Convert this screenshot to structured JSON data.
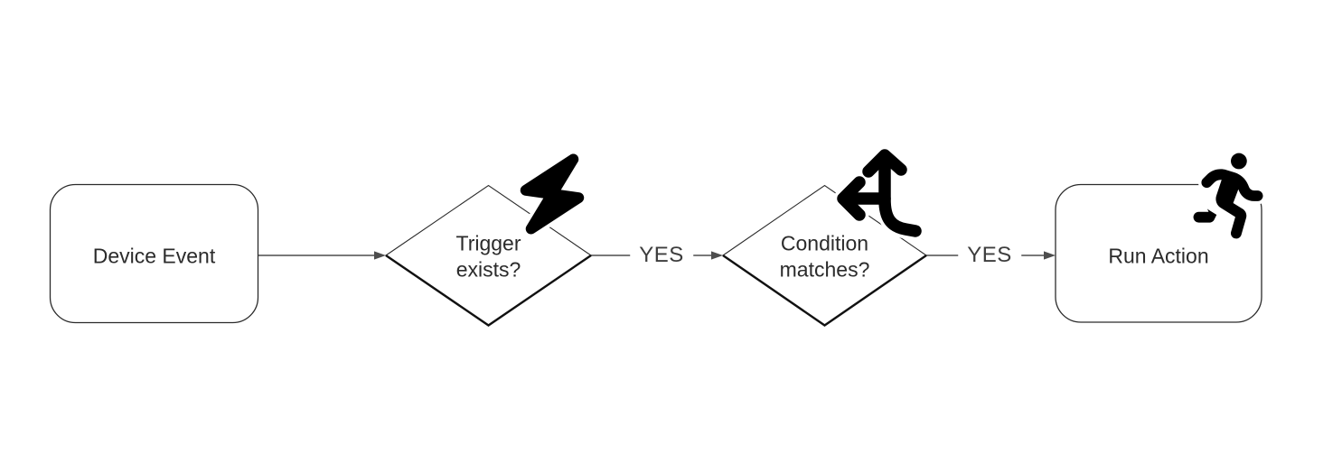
{
  "diagram": {
    "type": "flowchart",
    "orientation": "left-to-right",
    "nodes": [
      {
        "id": "device-event",
        "shape": "rounded-rectangle",
        "label": "Device Event",
        "icon": null
      },
      {
        "id": "trigger-exists",
        "shape": "decision-diamond",
        "label": "Trigger exists?",
        "icon": "lightning-bolt-icon"
      },
      {
        "id": "condition-matches",
        "shape": "decision-diamond",
        "label": "Condition matches?",
        "icon": "split-arrows-icon"
      },
      {
        "id": "run-action",
        "shape": "rounded-rectangle",
        "label": "Run Action",
        "icon": "person-running-icon"
      }
    ],
    "edges": [
      {
        "from": "device-event",
        "to": "trigger-exists",
        "label": ""
      },
      {
        "from": "trigger-exists",
        "to": "condition-matches",
        "label": "YES"
      },
      {
        "from": "condition-matches",
        "to": "run-action",
        "label": "YES"
      }
    ],
    "colors": {
      "background": "#ffffff",
      "shape_fill": "#ffffff",
      "shape_stroke": "#2b2b2b",
      "diamond_shadow_stroke": "#111111",
      "connector": "#4d4d4d",
      "node_label_text": "#2b2b2b",
      "edge_label_text": "#3d3d3d",
      "icon": "#000000"
    }
  }
}
